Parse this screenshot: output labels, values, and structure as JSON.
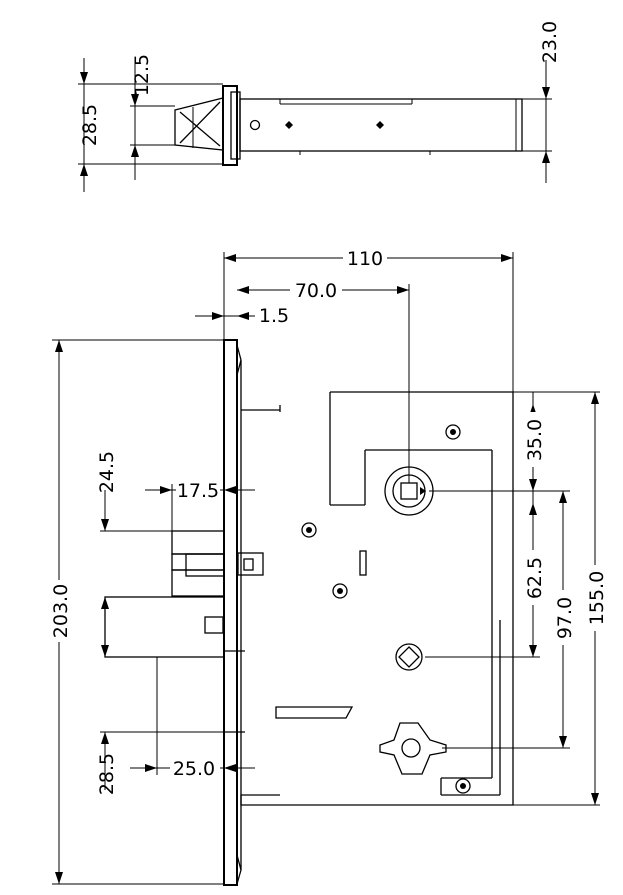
{
  "dimensions": {
    "top_12_5": "12.5",
    "top_28_5": "28.5",
    "top_23_0": "23.0",
    "width_110": "110",
    "width_70_0": "70.0",
    "offset_1_5": "1.5",
    "height_203_0": "203.0",
    "latch_24_5": "24.5",
    "latch_17_5": "17.5",
    "bolt_28_5": "28.5",
    "bolt_25_0": "25.0",
    "right_35_0": "35.0",
    "right_62_5": "62.5",
    "right_97_0": "97.0",
    "right_155_0": "155.0"
  },
  "colors": {
    "line": "#000000",
    "background": "#ffffff"
  }
}
